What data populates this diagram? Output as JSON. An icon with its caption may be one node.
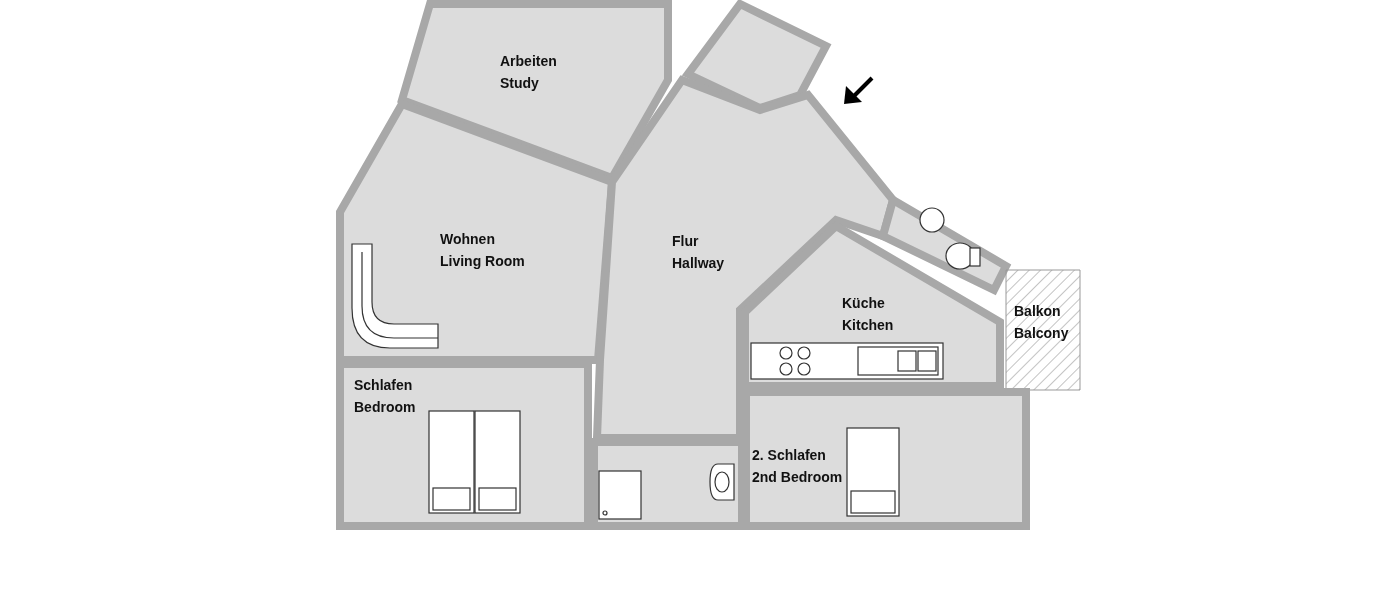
{
  "diagram": {
    "nodes": [
      {
        "text": [
          "Arbeiten",
          "Study"
        ]
      },
      {
        "text": [],
        "shape": "box"
      },
      {
        "text": [
          "Wohnen",
          "Living Room"
        ]
      },
      {
        "text": [
          "Flur",
          "Hallway"
        ]
      },
      {
        "text": [],
        "shape": "box"
      },
      {
        "text": [
          "Küche",
          "Kitchen"
        ]
      },
      {
        "text": [
          "Balkon",
          "Balcony"
        ]
      },
      {
        "text": [
          "Schlafen",
          "Bedroom"
        ]
      },
      {
        "text": [],
        "shape": "box"
      },
      {
        "text": [
          "2. Schlafen",
          "2nd Bedroom"
        ]
      }
    ]
  }
}
